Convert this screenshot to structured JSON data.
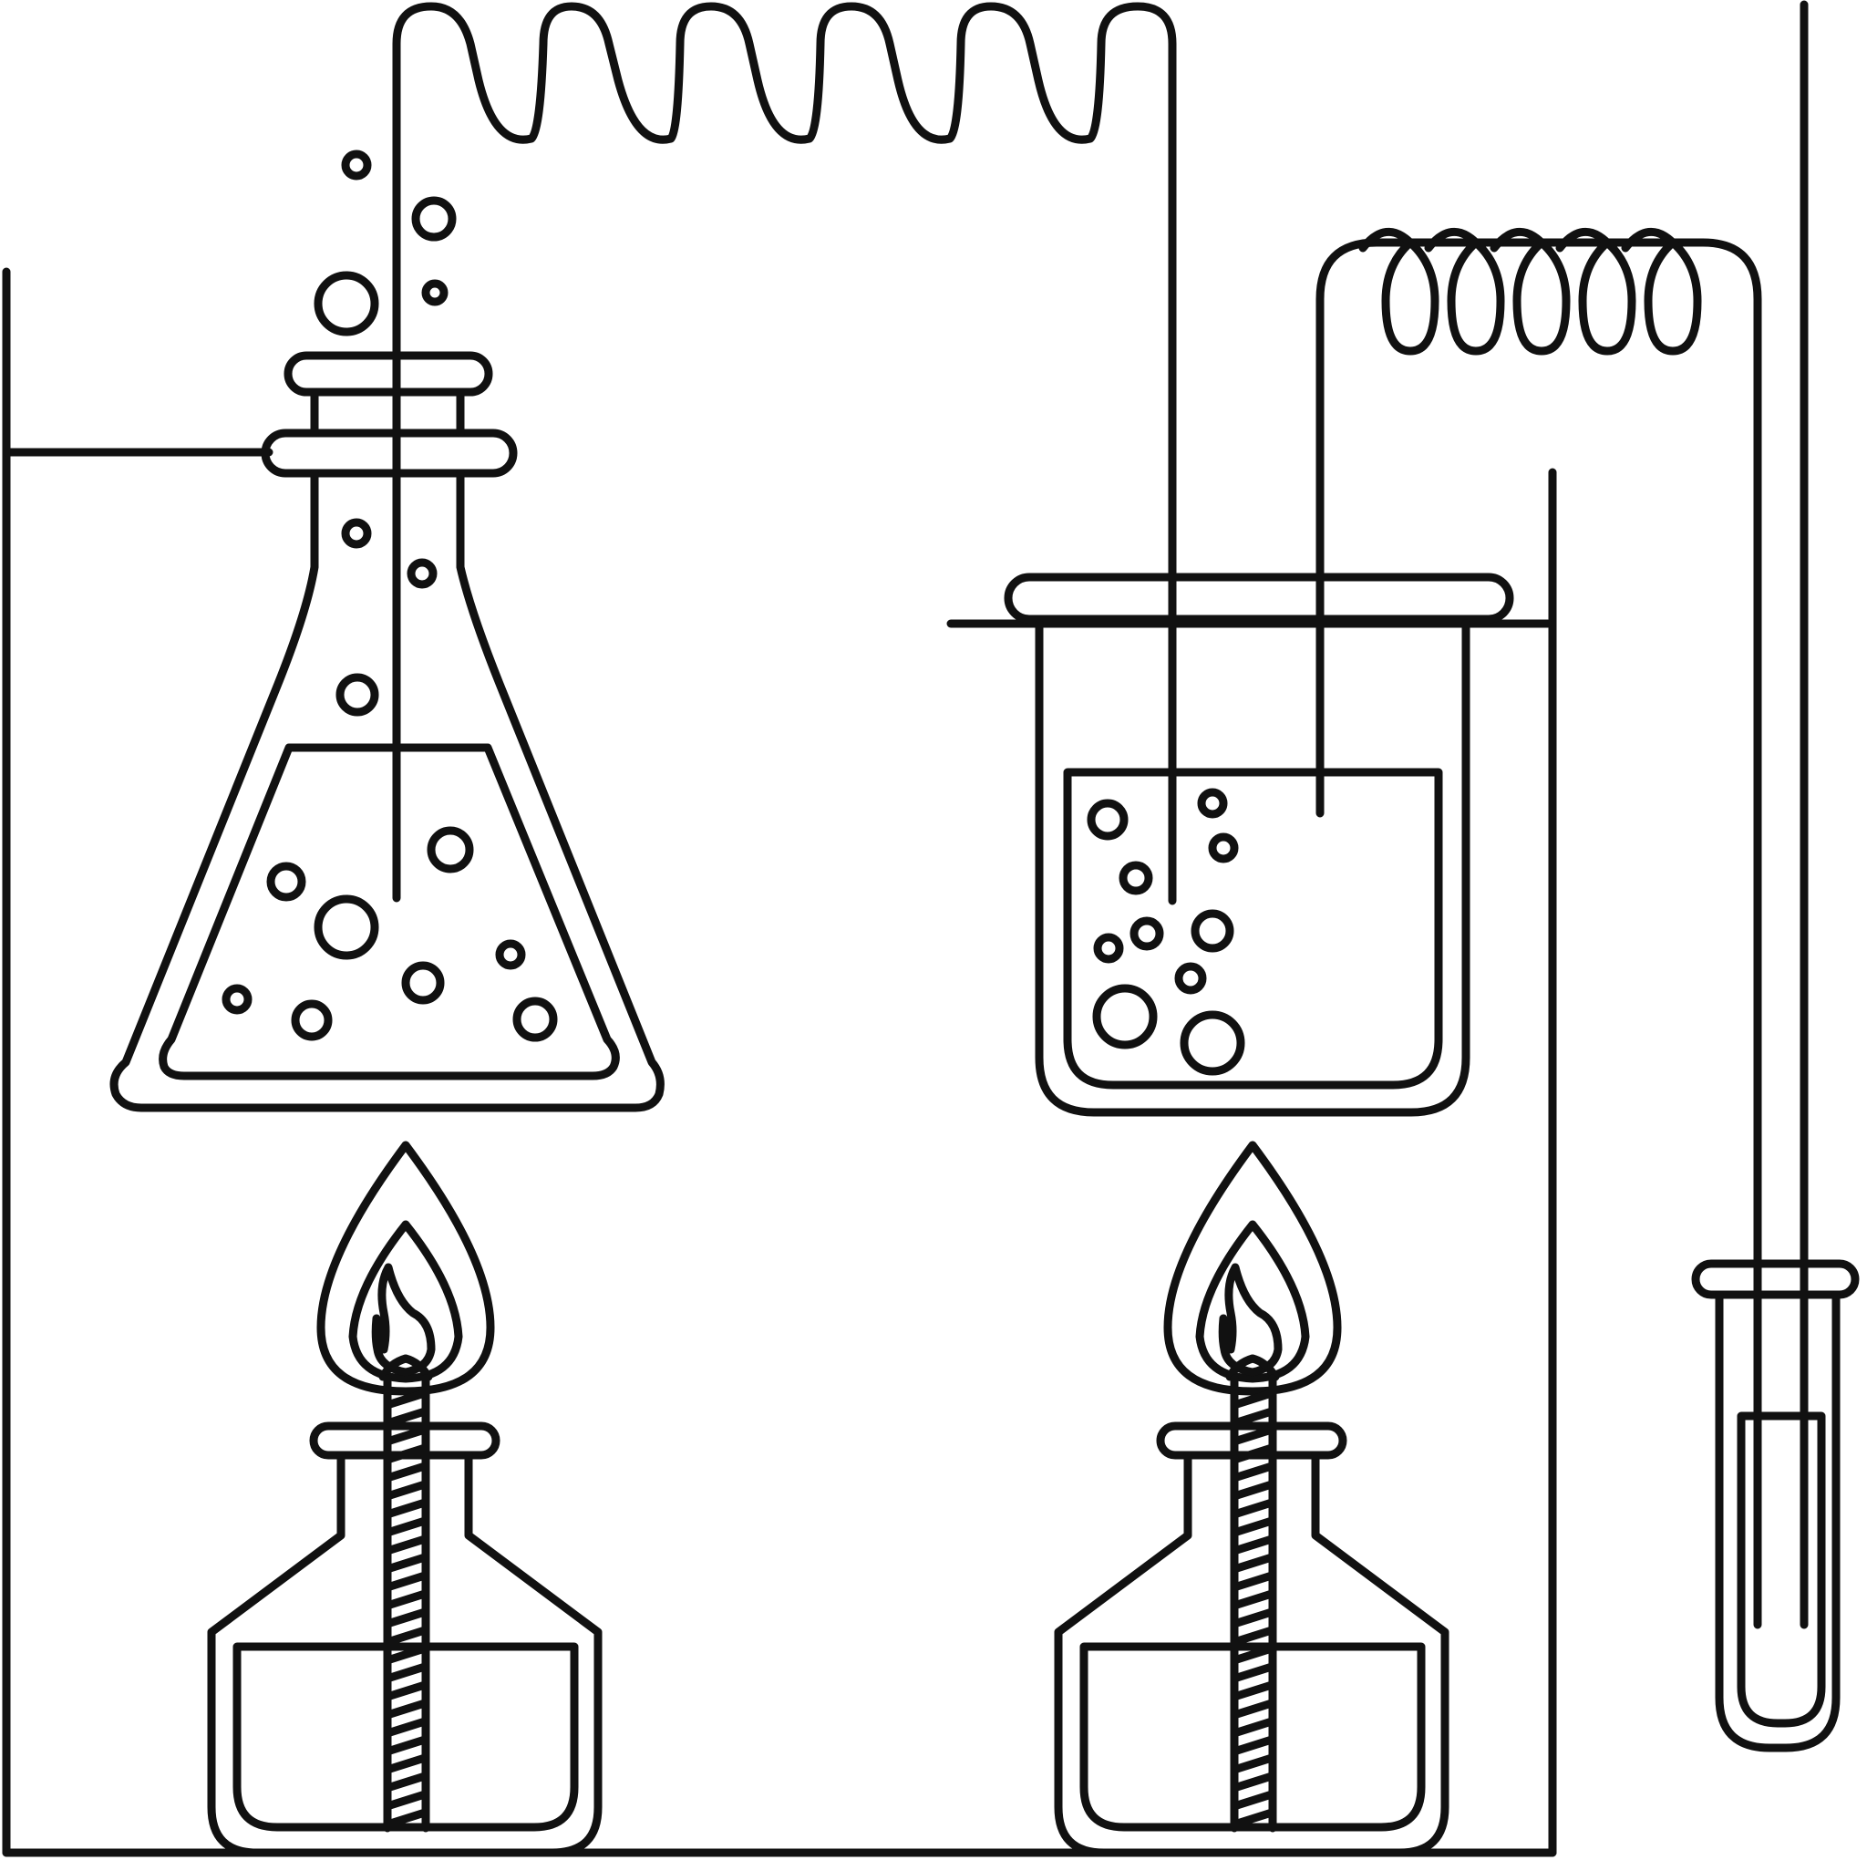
{
  "illustration": {
    "style": "black line art on white",
    "colors": {
      "stroke": "#111111",
      "background": "#ffffff"
    },
    "components": [
      "support-stand",
      "erlenmeyer-flask",
      "beaker",
      "coiled-condenser-tube",
      "delivery-tube",
      "test-tube",
      "spirit-burner-left",
      "spirit-burner-right"
    ]
  }
}
